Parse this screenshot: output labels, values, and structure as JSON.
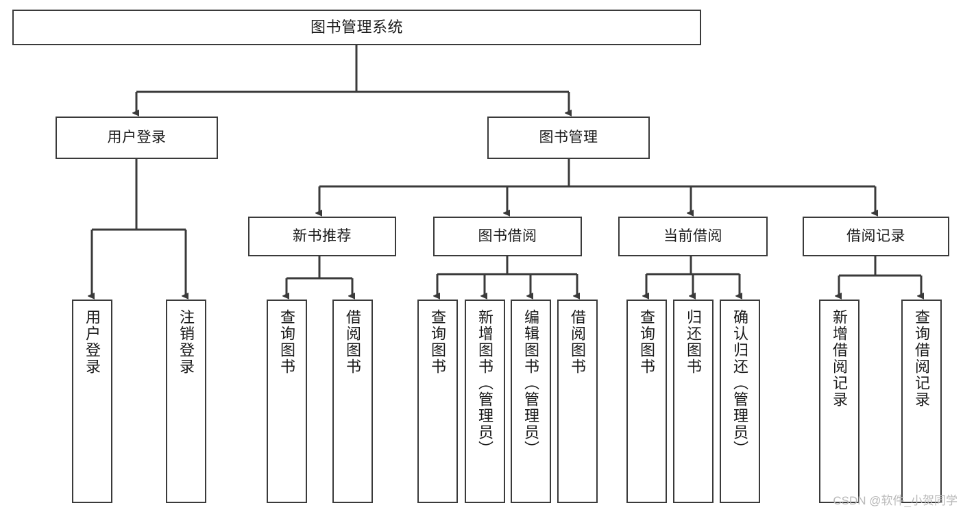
{
  "diagram": {
    "title": "图书管理系统",
    "type": "tree",
    "colors": {
      "box_border": "#3a3a3a",
      "box_fill": "#ffffff",
      "connector": "#3a3a3a",
      "text": "#1a1a1a",
      "watermark": "#b9b9b9"
    },
    "nodes": {
      "root": {
        "label": "图书管理系统"
      },
      "level1": [
        {
          "id": "user-login",
          "label": "用户登录"
        },
        {
          "id": "book-management",
          "label": "图书管理"
        }
      ],
      "level2": [
        {
          "id": "new-book-recommend",
          "label": "新书推荐"
        },
        {
          "id": "book-borrow",
          "label": "图书借阅"
        },
        {
          "id": "current-borrow",
          "label": "当前借阅"
        },
        {
          "id": "borrow-record",
          "label": "借阅记录"
        }
      ],
      "leaves": {
        "user_login": [
          {
            "id": "leaf-user-login",
            "label": "用户登录"
          },
          {
            "id": "leaf-logout-login",
            "label": "注销登录"
          }
        ],
        "new_book_recommend": [
          {
            "id": "leaf-query-book-1",
            "label": "查询图书"
          },
          {
            "id": "leaf-borrow-book-1",
            "label": "借阅图书"
          }
        ],
        "book_borrow": [
          {
            "id": "leaf-query-book-2",
            "label": "查询图书"
          },
          {
            "id": "leaf-add-book-admin",
            "label": "新增图书（管理员）"
          },
          {
            "id": "leaf-edit-book-admin",
            "label": "编辑图书（管理员）"
          },
          {
            "id": "leaf-borrow-book-2",
            "label": "借阅图书"
          }
        ],
        "current_borrow": [
          {
            "id": "leaf-query-book-3",
            "label": "查询图书"
          },
          {
            "id": "leaf-return-book",
            "label": "归还图书"
          },
          {
            "id": "leaf-confirm-return-admin",
            "label": "确认归还（管理员）"
          }
        ],
        "borrow_record": [
          {
            "id": "leaf-add-borrow-record",
            "label": "新增借阅记录"
          },
          {
            "id": "leaf-query-borrow-record",
            "label": "查询借阅记录"
          }
        ]
      }
    },
    "watermark": "CSDN @软件_小贺同学"
  }
}
